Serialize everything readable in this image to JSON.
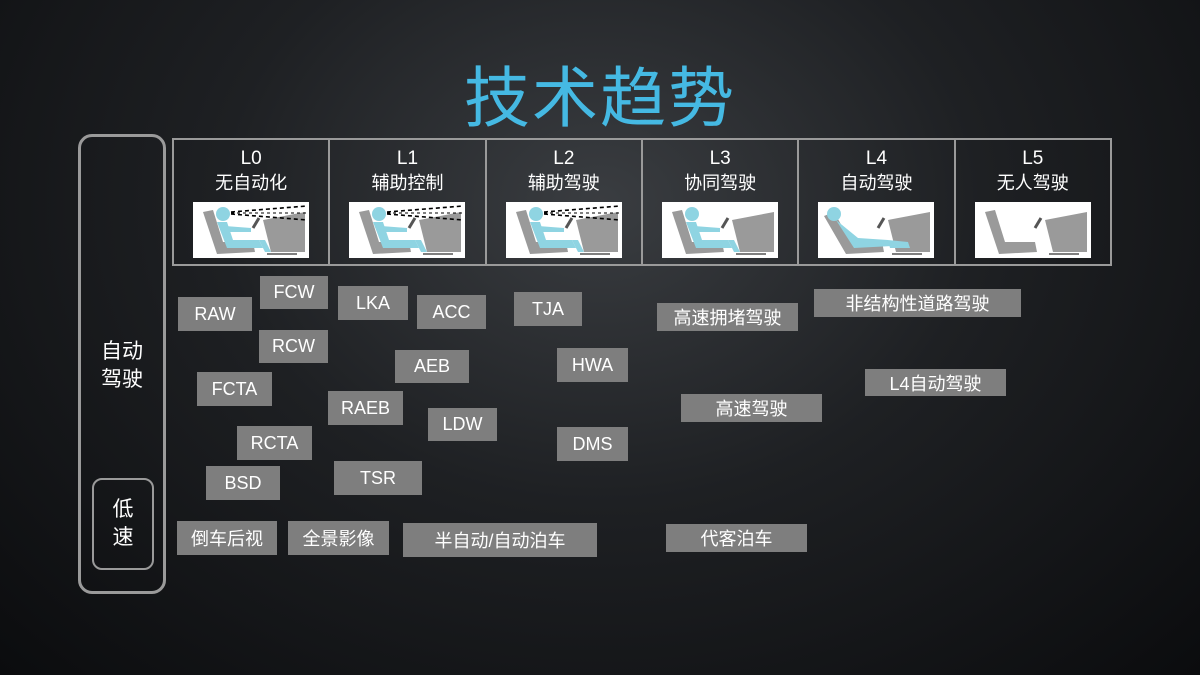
{
  "title": "技术趋势",
  "side": {
    "outer_label": "自动\n驾驶",
    "inner_label": "低\n速"
  },
  "levels": [
    {
      "code": "L0",
      "name": "无自动化",
      "icon": "driver-manual-icon"
    },
    {
      "code": "L1",
      "name": "辅助控制",
      "icon": "driver-assist-icon"
    },
    {
      "code": "L2",
      "name": "辅助驾驶",
      "icon": "driver-assist-icon"
    },
    {
      "code": "L3",
      "name": "协同驾驶",
      "icon": "driver-cooperative-icon"
    },
    {
      "code": "L4",
      "name": "自动驾驶",
      "icon": "driver-reclined-icon"
    },
    {
      "code": "L5",
      "name": "无人驾驶",
      "icon": "driverless-seat-icon"
    }
  ],
  "tags": [
    "RAW",
    "FCW",
    "LKA",
    "ACC",
    "TJA",
    "高速拥堵驾驶",
    "非结构性道路驾驶",
    "RCW",
    "AEB",
    "HWA",
    "L4自动驾驶",
    "FCTA",
    "RAEB",
    "高速驾驶",
    "LDW",
    "RCTA",
    "DMS",
    "BSD",
    "TSR",
    "倒车后视",
    "全景影像",
    "半自动/自动泊车",
    "代客泊车"
  ],
  "colors": {
    "title": "#45b9e3",
    "tag_bg": "#7e7e7e",
    "frame": "#9a9a9a",
    "figure": "#8fd4e2",
    "seat": "#9a9a9a"
  }
}
